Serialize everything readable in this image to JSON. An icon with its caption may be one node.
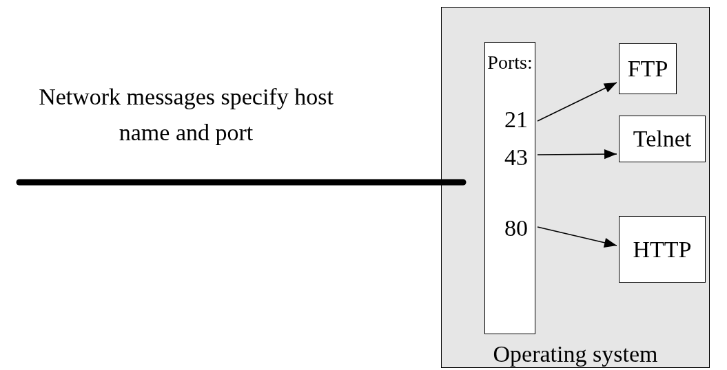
{
  "diagram": {
    "nodes": [
      {
        "text": [
          "Operating system"
        ]
      },
      {
        "text": [
          "Ports:"
        ],
        "in": 0
      },
      {
        "text": [
          "21"
        ],
        "in": 1
      },
      {
        "text": [
          "43"
        ],
        "in": 1
      },
      {
        "text": [
          "80"
        ],
        "in": 1
      },
      {
        "text": [
          "FTP"
        ],
        "in": 0
      },
      {
        "text": [
          "Telnet"
        ],
        "in": 0
      },
      {
        "text": [
          "HTTP"
        ],
        "in": 0
      }
    ],
    "edges": [
      {
        "from": 2,
        "to": 5,
        "arrow": "to"
      },
      {
        "from": 3,
        "to": 6,
        "arrow": "to"
      },
      {
        "from": 4,
        "to": 7,
        "arrow": "to"
      },
      {
        "from": null,
        "to": 0,
        "arrow": "none",
        "style": "thick"
      }
    ],
    "labels": [
      "Network messages specify host name and port"
    ]
  }
}
